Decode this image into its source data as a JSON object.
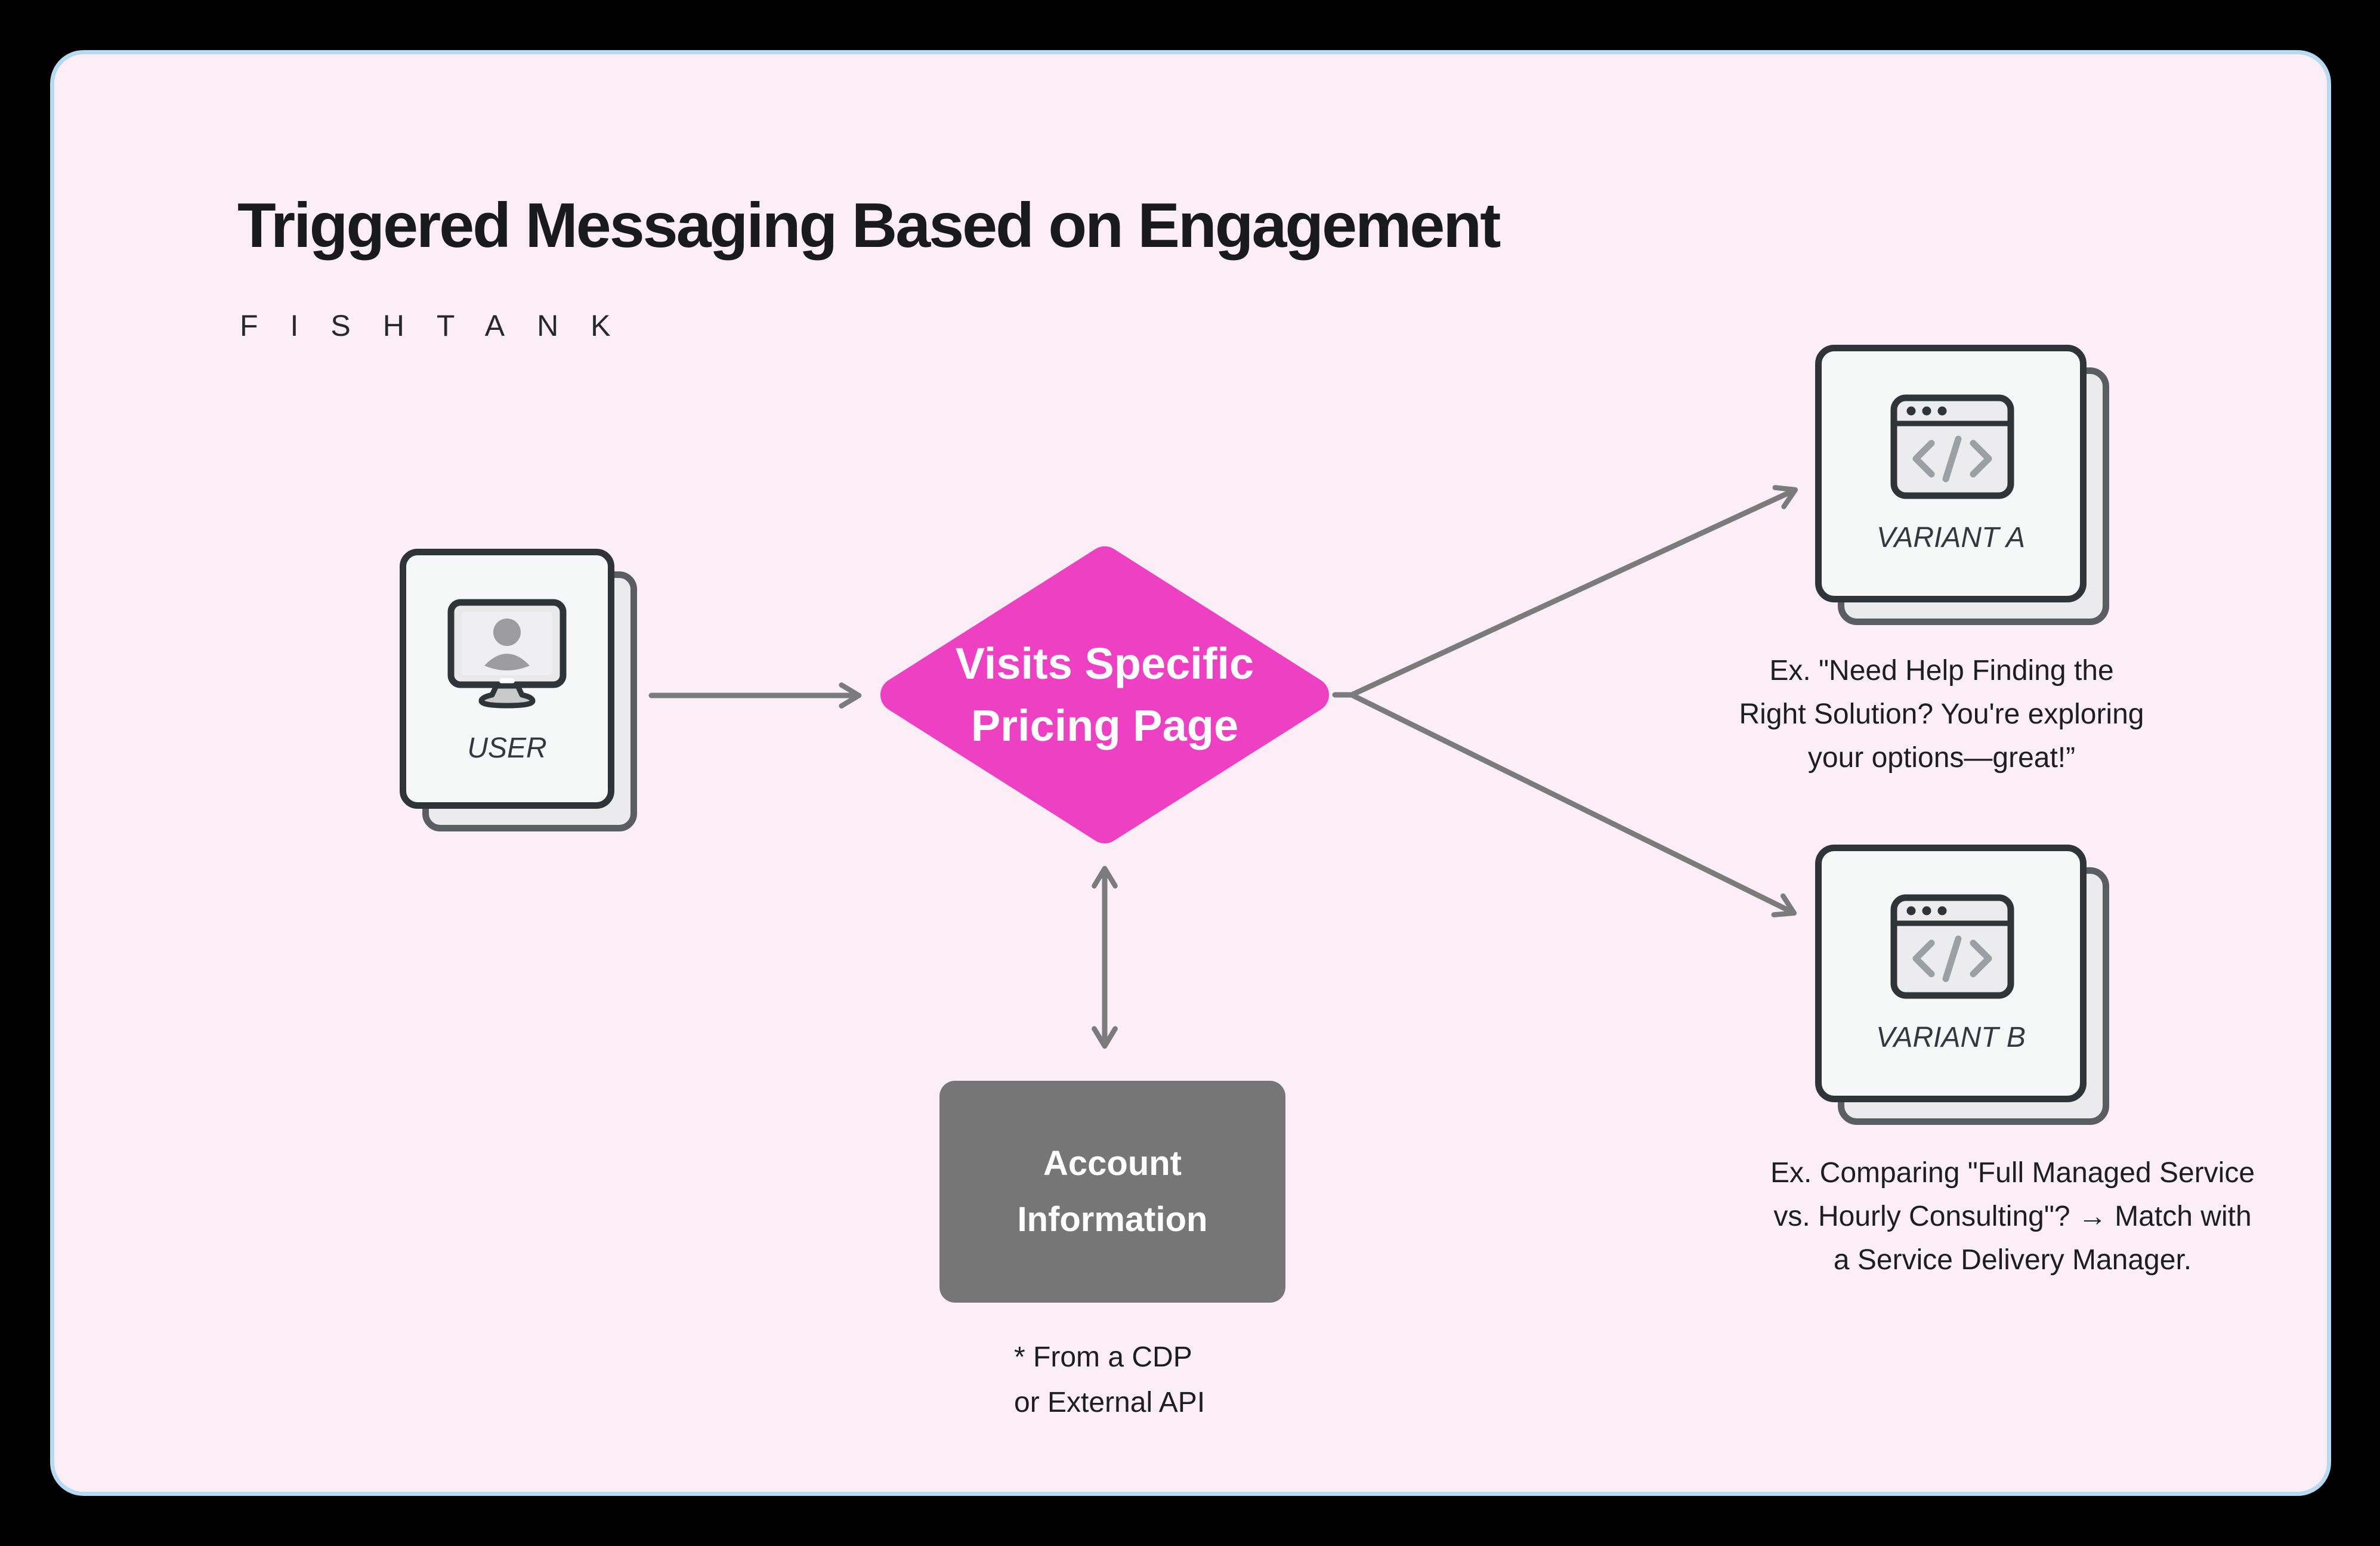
{
  "header": {
    "title": "Triggered Messaging Based on Engagement",
    "brand": "FISHTANK"
  },
  "nodes": {
    "user": {
      "label": "USER",
      "icon": "monitor-user-icon"
    },
    "decision": {
      "shape": "diamond",
      "line1": "Visits Specific",
      "line2": "Pricing Page"
    },
    "variant_a": {
      "label": "VARIANT A",
      "icon": "browser-code-icon",
      "caption": [
        "Ex. \"Need Help Finding the",
        "Right Solution? You're exploring",
        "your options—great!”"
      ]
    },
    "variant_b": {
      "label": "VARIANT B",
      "icon": "browser-code-icon",
      "caption": [
        "Ex. Comparing \"Full Managed Service",
        "vs. Hourly Consulting\"? → Match with",
        "a Service Delivery Manager."
      ]
    },
    "account": {
      "line1": "Account",
      "line2": "Information",
      "footnote": [
        "* From a CDP",
        "or External API"
      ]
    }
  },
  "edges": [
    {
      "from": "user",
      "to": "decision",
      "style": "arrow"
    },
    {
      "from": "decision",
      "to": "variant_a",
      "style": "arrow"
    },
    {
      "from": "decision",
      "to": "variant_b",
      "style": "arrow"
    },
    {
      "from": "decision",
      "to": "account",
      "style": "double-arrow"
    }
  ],
  "colors": {
    "outer_background": "#000000",
    "canvas_background": "#fceef7",
    "canvas_border": "#b5daf1",
    "decision_fill": "#ee40c3",
    "account_fill": "#767676",
    "arrow": "#7b7b7b",
    "card_border": "#2f3438",
    "card_fill": "#f6f8f7",
    "card_shadow_fill": "#ebebed",
    "card_shadow_border": "#5a5e62",
    "text_dark": "#1d1e20",
    "text_white": "#ffffff"
  }
}
